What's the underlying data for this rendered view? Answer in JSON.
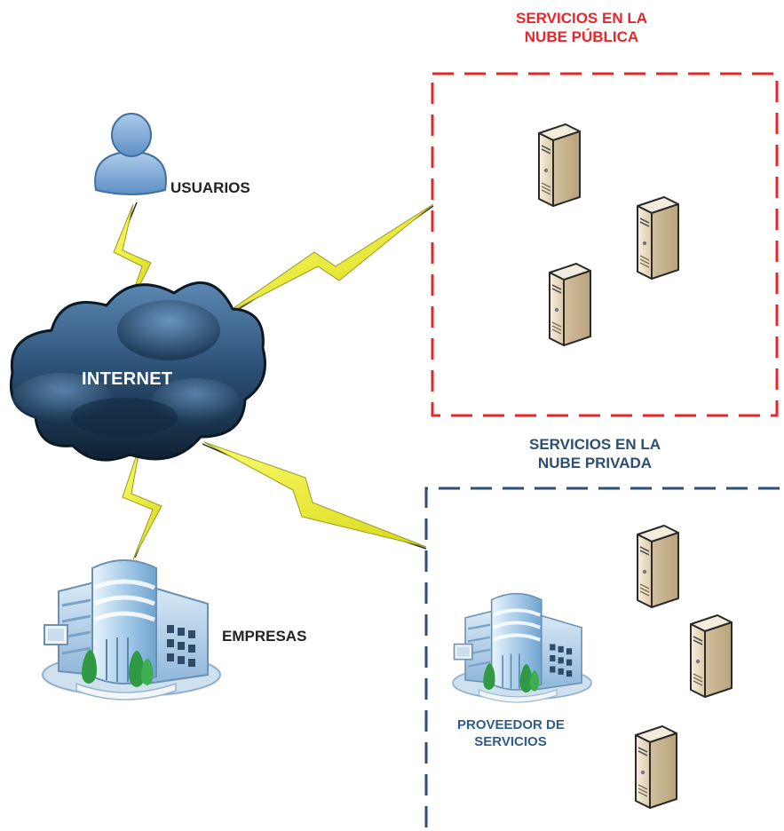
{
  "labels": {
    "public_cloud_line1": "SERVICIOS EN LA",
    "public_cloud_line2": "NUBE PÚBLICA",
    "private_cloud_line1": "SERVICIOS EN LA",
    "private_cloud_line2": "NUBE PRIVADA",
    "users": "USUARIOS",
    "internet": "INTERNET",
    "companies": "EMPRESAS",
    "provider_line1": "PROVEEDOR DE",
    "provider_line2": "SERVICIOS"
  },
  "colors": {
    "public_cloud": "#e8262a",
    "private_cloud": "#2c4f73",
    "provider_text": "#2f5d8c",
    "lightning": "#f0f020",
    "cloud": "#1e3a56",
    "server": "#e9dcc6"
  },
  "icons": {
    "users": "user-icon",
    "internet": "cloud-icon",
    "companies": "building-icon",
    "provider": "building-icon",
    "server": "server-icon",
    "link": "lightning-link-icon"
  }
}
